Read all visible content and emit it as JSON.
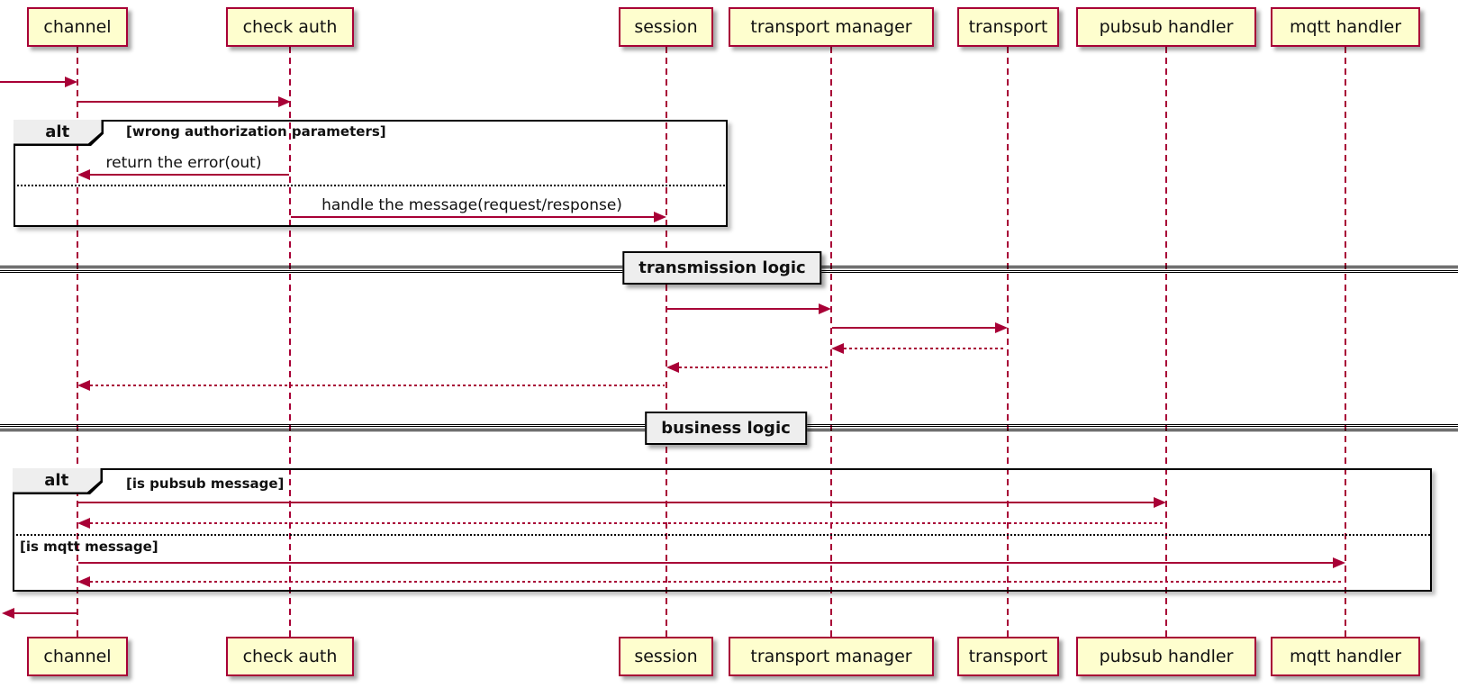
{
  "diagram_type": "sequence-diagram",
  "colors": {
    "accent": "#A80036",
    "participant_fill": "#FEFECE",
    "participant_border": "#A80036",
    "frame_border": "#000000",
    "fragment_label_fill": "#EEEEEE",
    "background": "#FFFFFF"
  },
  "participants": [
    "channel",
    "check auth",
    "session",
    "transport manager",
    "transport",
    "pubsub handler",
    "mqtt handler"
  ],
  "fragments": [
    {
      "operator": "alt",
      "conditions": [
        "[wrong authorization parameters]"
      ]
    },
    {
      "operator": "alt",
      "conditions": [
        "[is pubsub message]",
        "[is mqtt message]"
      ]
    }
  ],
  "dividers": [
    {
      "label": "transmission logic"
    },
    {
      "label": "business logic"
    }
  ],
  "edges": [
    {
      "from": "outside",
      "to": "channel",
      "label": "",
      "style": "solid"
    },
    {
      "from": "channel",
      "to": "check auth",
      "label": "",
      "style": "solid"
    },
    {
      "from": "check auth",
      "to": "channel",
      "label": "return the error(out)",
      "style": "solid"
    },
    {
      "from": "check auth",
      "to": "session",
      "label": "handle the message(request/response)",
      "style": "solid"
    },
    {
      "from": "session",
      "to": "transport manager",
      "label": "",
      "style": "solid"
    },
    {
      "from": "transport manager",
      "to": "transport",
      "label": "",
      "style": "solid"
    },
    {
      "from": "transport",
      "to": "transport manager",
      "label": "",
      "style": "dashed"
    },
    {
      "from": "transport manager",
      "to": "session",
      "label": "",
      "style": "dashed"
    },
    {
      "from": "session",
      "to": "channel",
      "label": "",
      "style": "dashed"
    },
    {
      "from": "channel",
      "to": "pubsub handler",
      "label": "",
      "style": "solid"
    },
    {
      "from": "pubsub handler",
      "to": "channel",
      "label": "",
      "style": "dashed"
    },
    {
      "from": "channel",
      "to": "mqtt handler",
      "label": "",
      "style": "solid"
    },
    {
      "from": "mqtt handler",
      "to": "channel",
      "label": "",
      "style": "dashed"
    },
    {
      "from": "channel",
      "to": "outside",
      "label": "",
      "style": "solid"
    }
  ]
}
